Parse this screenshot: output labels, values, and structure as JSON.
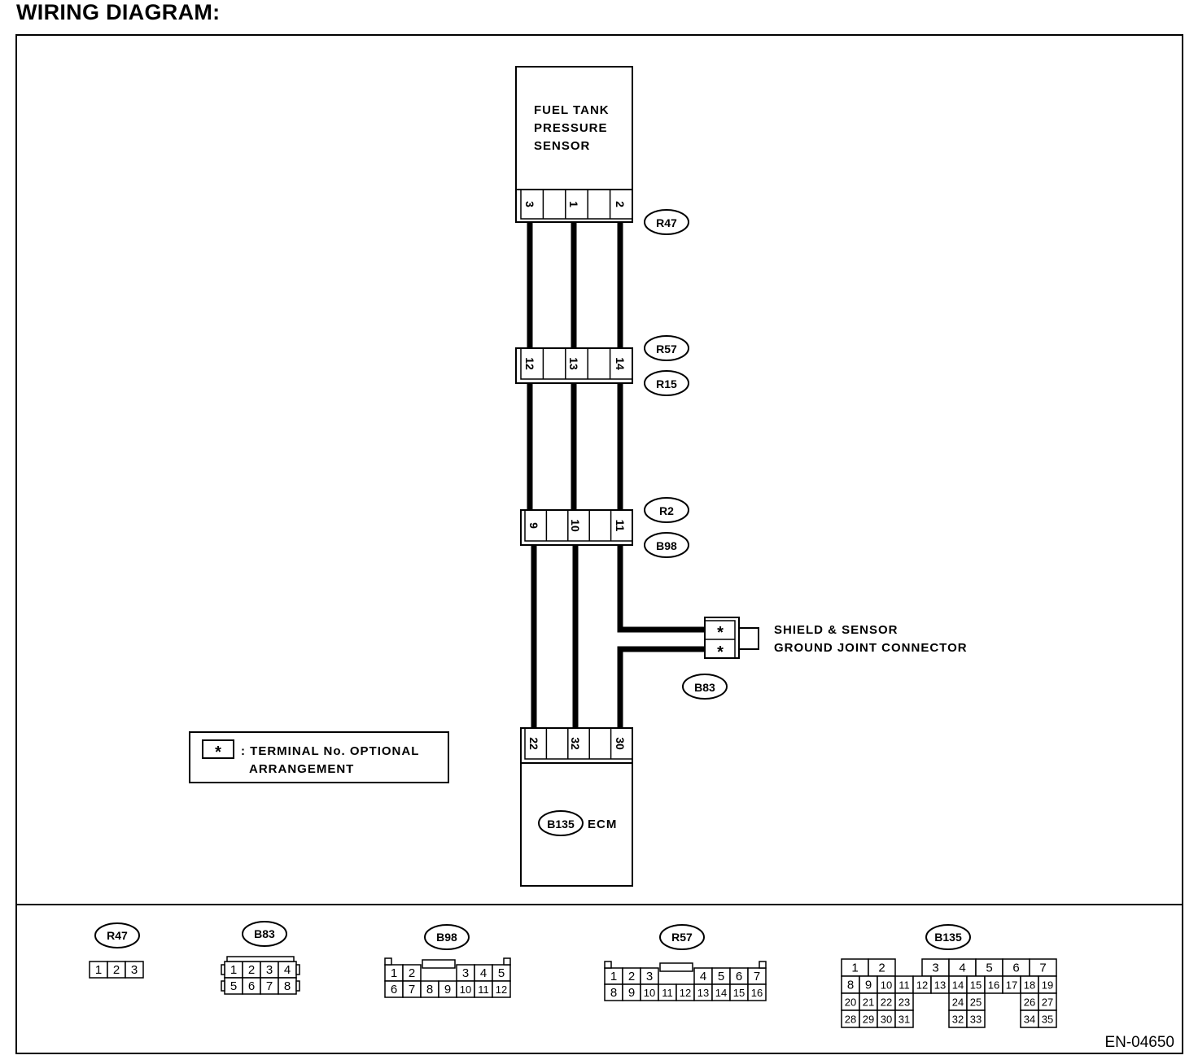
{
  "heading": "WIRING DIAGRAM:",
  "figure_code": "EN-04650",
  "sensor": {
    "line1": "FUEL TANK",
    "line2": "PRESSURE",
    "line3": "SENSOR"
  },
  "ecm": {
    "connector": "B135",
    "label": "ECM"
  },
  "joint": {
    "line1": "SHIELD & SENSOR",
    "line2": "GROUND JOINT CONNECTOR",
    "connector": "B83",
    "pin1": "*",
    "pin2": "*"
  },
  "legend": {
    "symbol": "*",
    "line1": ": TERMINAL No. OPTIONAL",
    "line2": "ARRANGEMENT"
  },
  "connectors": [
    {
      "id": "R47",
      "pins": [
        "3",
        "1",
        "2"
      ]
    },
    {
      "id": "R57",
      "id2": "R15",
      "pins": [
        "12",
        "13",
        "14"
      ]
    },
    {
      "id": "R2",
      "id2": "B98",
      "pins": [
        "9",
        "10",
        "11"
      ]
    },
    {
      "id": "B135",
      "pins": [
        "22",
        "32",
        "30"
      ]
    }
  ],
  "faces": [
    {
      "id": "R47",
      "rows": [
        [
          "1",
          "2",
          "3"
        ]
      ]
    },
    {
      "id": "B83",
      "rows": [
        [
          "1",
          "2",
          "3",
          "4"
        ],
        [
          "5",
          "6",
          "7",
          "8"
        ]
      ]
    },
    {
      "id": "B98",
      "rows": [
        [
          "1",
          "2",
          "",
          "3",
          "4",
          "5"
        ],
        [
          "6",
          "7",
          "8",
          "9",
          "10",
          "11",
          "12"
        ]
      ]
    },
    {
      "id": "R57",
      "rows": [
        [
          "1",
          "2",
          "3",
          "",
          "4",
          "5",
          "6",
          "7"
        ],
        [
          "8",
          "9",
          "10",
          "11",
          "12",
          "13",
          "14",
          "15",
          "16"
        ]
      ]
    },
    {
      "id": "B135",
      "rows": [
        [
          "1",
          "2",
          "",
          "3",
          "4",
          "5",
          "6",
          "7"
        ],
        [
          "8",
          "9",
          "10",
          "11",
          "12",
          "13",
          "14",
          "15",
          "16",
          "17",
          "18",
          "19"
        ],
        [
          "20",
          "21",
          "22",
          "23",
          "24",
          "25",
          "26",
          "27"
        ],
        [
          "28",
          "29",
          "30",
          "31",
          "32",
          "33",
          "34",
          "35"
        ]
      ]
    }
  ]
}
